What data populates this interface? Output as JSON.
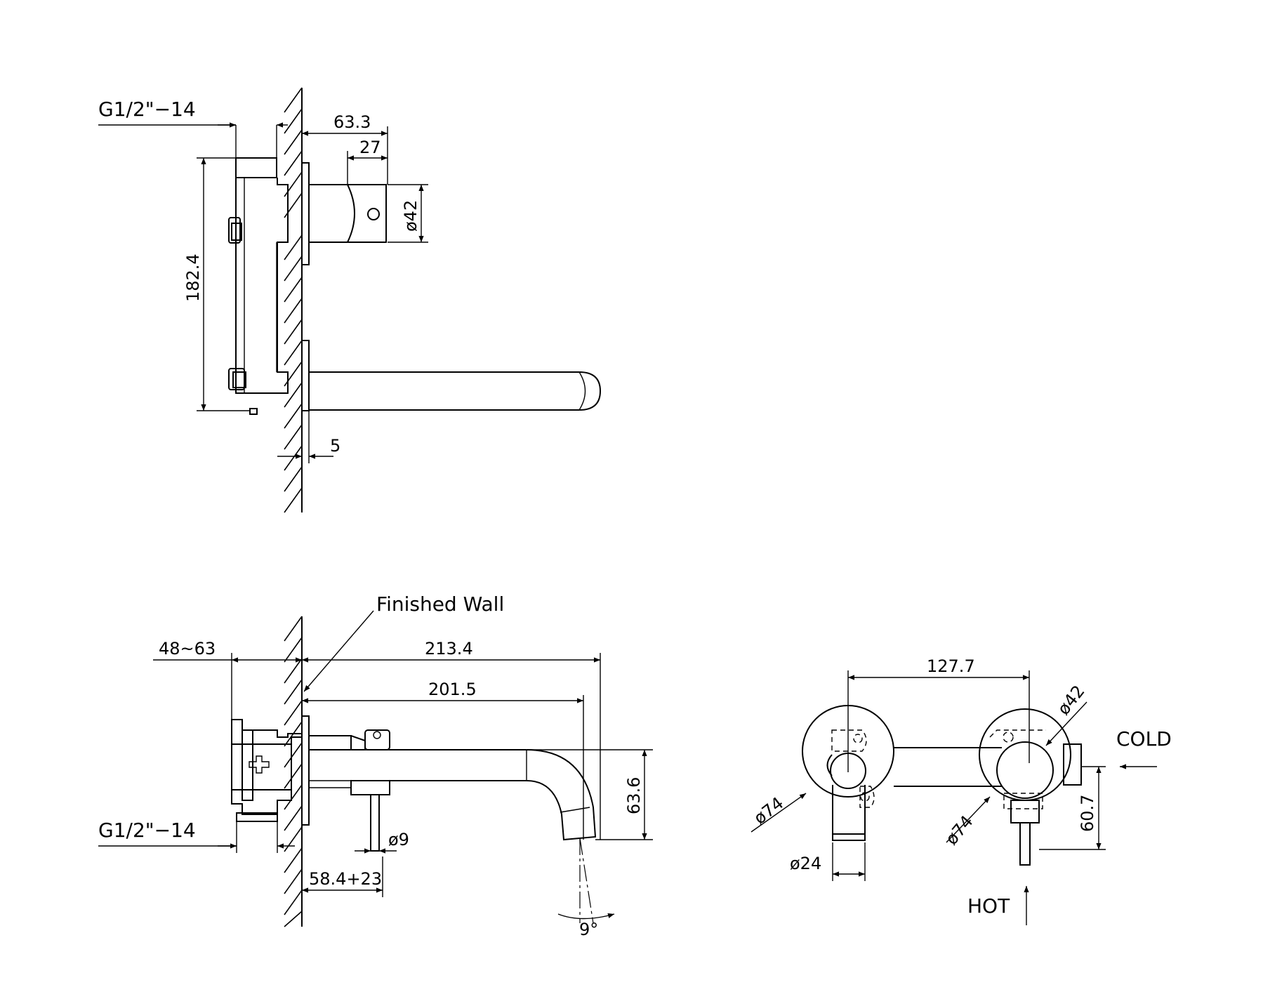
{
  "labels": {
    "top_thread": "G1/2\"−14",
    "dim_63_3": "63.3",
    "dim_27": "27",
    "dim_phi42_top": "ø42",
    "dim_182_4": "182.4",
    "dim_5": "5",
    "finished_wall": "Finished Wall",
    "dim_48_63": "48~63",
    "dim_213_4": "213.4",
    "dim_201_5": "201.5",
    "dim_63_6": "63.6",
    "bottom_thread": "G1/2\"−14",
    "dim_phi9": "ø9",
    "dim_58_4_23": "58.4+23",
    "dim_9deg": "9°",
    "dim_127_7": "127.7",
    "dim_phi42_front": "ø42",
    "cold": "COLD",
    "dim_phi74_left": "ø74",
    "dim_phi74_right": "ø74",
    "dim_60_7": "60.7",
    "dim_phi24": "ø24",
    "hot": "HOT"
  }
}
